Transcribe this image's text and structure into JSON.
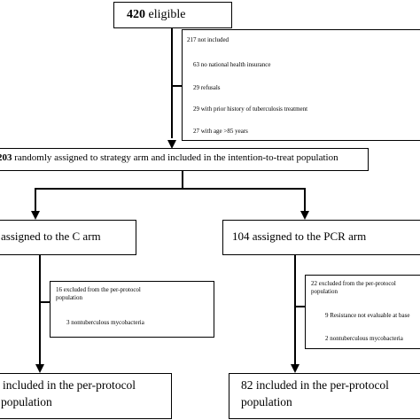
{
  "flowchart": {
    "eligible": {
      "count": "420",
      "label": " eligible"
    },
    "not_included": {
      "title": "217 not included",
      "items": [
        "63 no national health insurance",
        "29 refusals",
        "29 with prior history of tuberculosis treatment",
        "27 with age >85 years"
      ]
    },
    "randomized": {
      "count": "203",
      "label": " randomly assigned to strategy arm and included in the intention-to-treat population"
    },
    "c_arm": {
      "label": "assigned to the C arm"
    },
    "pcr_arm": {
      "label": "104 assigned to the PCR arm"
    },
    "c_excluded": {
      "title_line1": "16 excluded from the per-protocol",
      "title_line2": "population",
      "item1": "3 nontuberculous mycobacteria"
    },
    "pcr_excluded": {
      "title_line1": "22 excluded from the per-protocol",
      "title_line2": "population",
      "item1": "9 Resistance not evaluable at base",
      "item2": "2 nontuberculous mycobacteria"
    },
    "c_pp": {
      "line1": "included in the per-protocol",
      "line2": "population"
    },
    "pcr_pp": {
      "line1": "82 included in the per-protocol",
      "line2": "population"
    }
  }
}
